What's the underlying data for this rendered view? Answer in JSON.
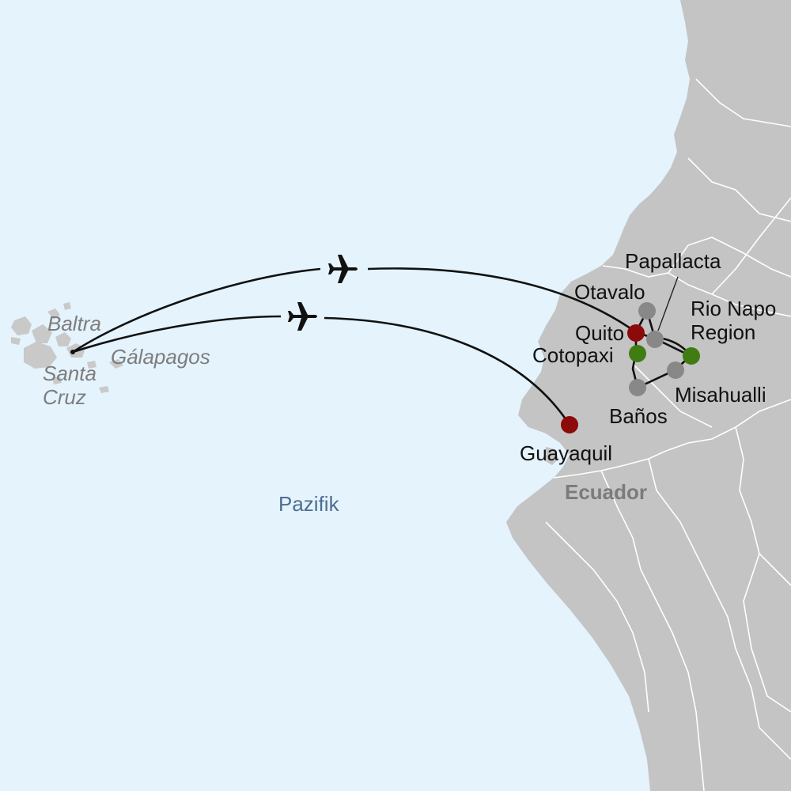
{
  "ocean_label": "Pazifik",
  "country_label": "Ecuador",
  "islands": {
    "baltra": "Baltra",
    "santa_cruz_line1": "Santa",
    "santa_cruz_line2": "Cruz",
    "galapagos": "Gálapagos"
  },
  "places": {
    "papallacta": "Papallacta",
    "otavalo": "Otavalo",
    "quito": "Quito",
    "cotopaxi": "Cotopaxi",
    "rio_napo_line1": "Rio Napo",
    "rio_napo_line2": "Region",
    "misahualli": "Misahualli",
    "banos": "Baños",
    "guayaquil": "Guayaquil"
  },
  "marker_colors": {
    "arrival_departure": "#8c0a0a",
    "highlight": "#3f7d12",
    "stop": "#888888"
  },
  "colors": {
    "ocean": "#e4f3fc",
    "land": "#c4c4c4",
    "border": "#ffffff",
    "route": "#111111"
  },
  "icons": [
    "airplane-icon",
    "airplane-icon"
  ]
}
